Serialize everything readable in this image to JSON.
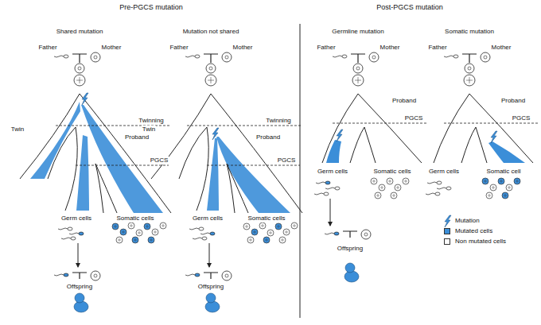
{
  "diagram": {
    "labels": [
      "Pre-PGCS mutation",
      "Post-PGCS mutation",
      "Shared mutation",
      "Mutation not shared",
      "Germline mutation",
      "Somatic mutation",
      "Father",
      "Mother",
      "Twinning",
      "Twin",
      "Proband",
      "PGCS",
      "Germ cells",
      "Somatic cells",
      "Offspring",
      "Father",
      "Mother",
      "Twinning",
      "Twin",
      "Proband",
      "PGCS",
      "Germ cells",
      "Somatic cells",
      "Offspring",
      "Father",
      "Mother",
      "Proband",
      "PGCS",
      "Germ cells",
      "Somatic cells",
      "Offspring",
      "Father",
      "Mother",
      "Proband",
      "PGCS",
      "Germ cells",
      "Somatic cell"
    ],
    "legend": [
      {
        "text": "Mutation"
      },
      {
        "text": "Mutated cells",
        "color": "#3b8ed8"
      },
      {
        "text": "Non mutated cells",
        "color": "#ffffff"
      }
    ]
  }
}
